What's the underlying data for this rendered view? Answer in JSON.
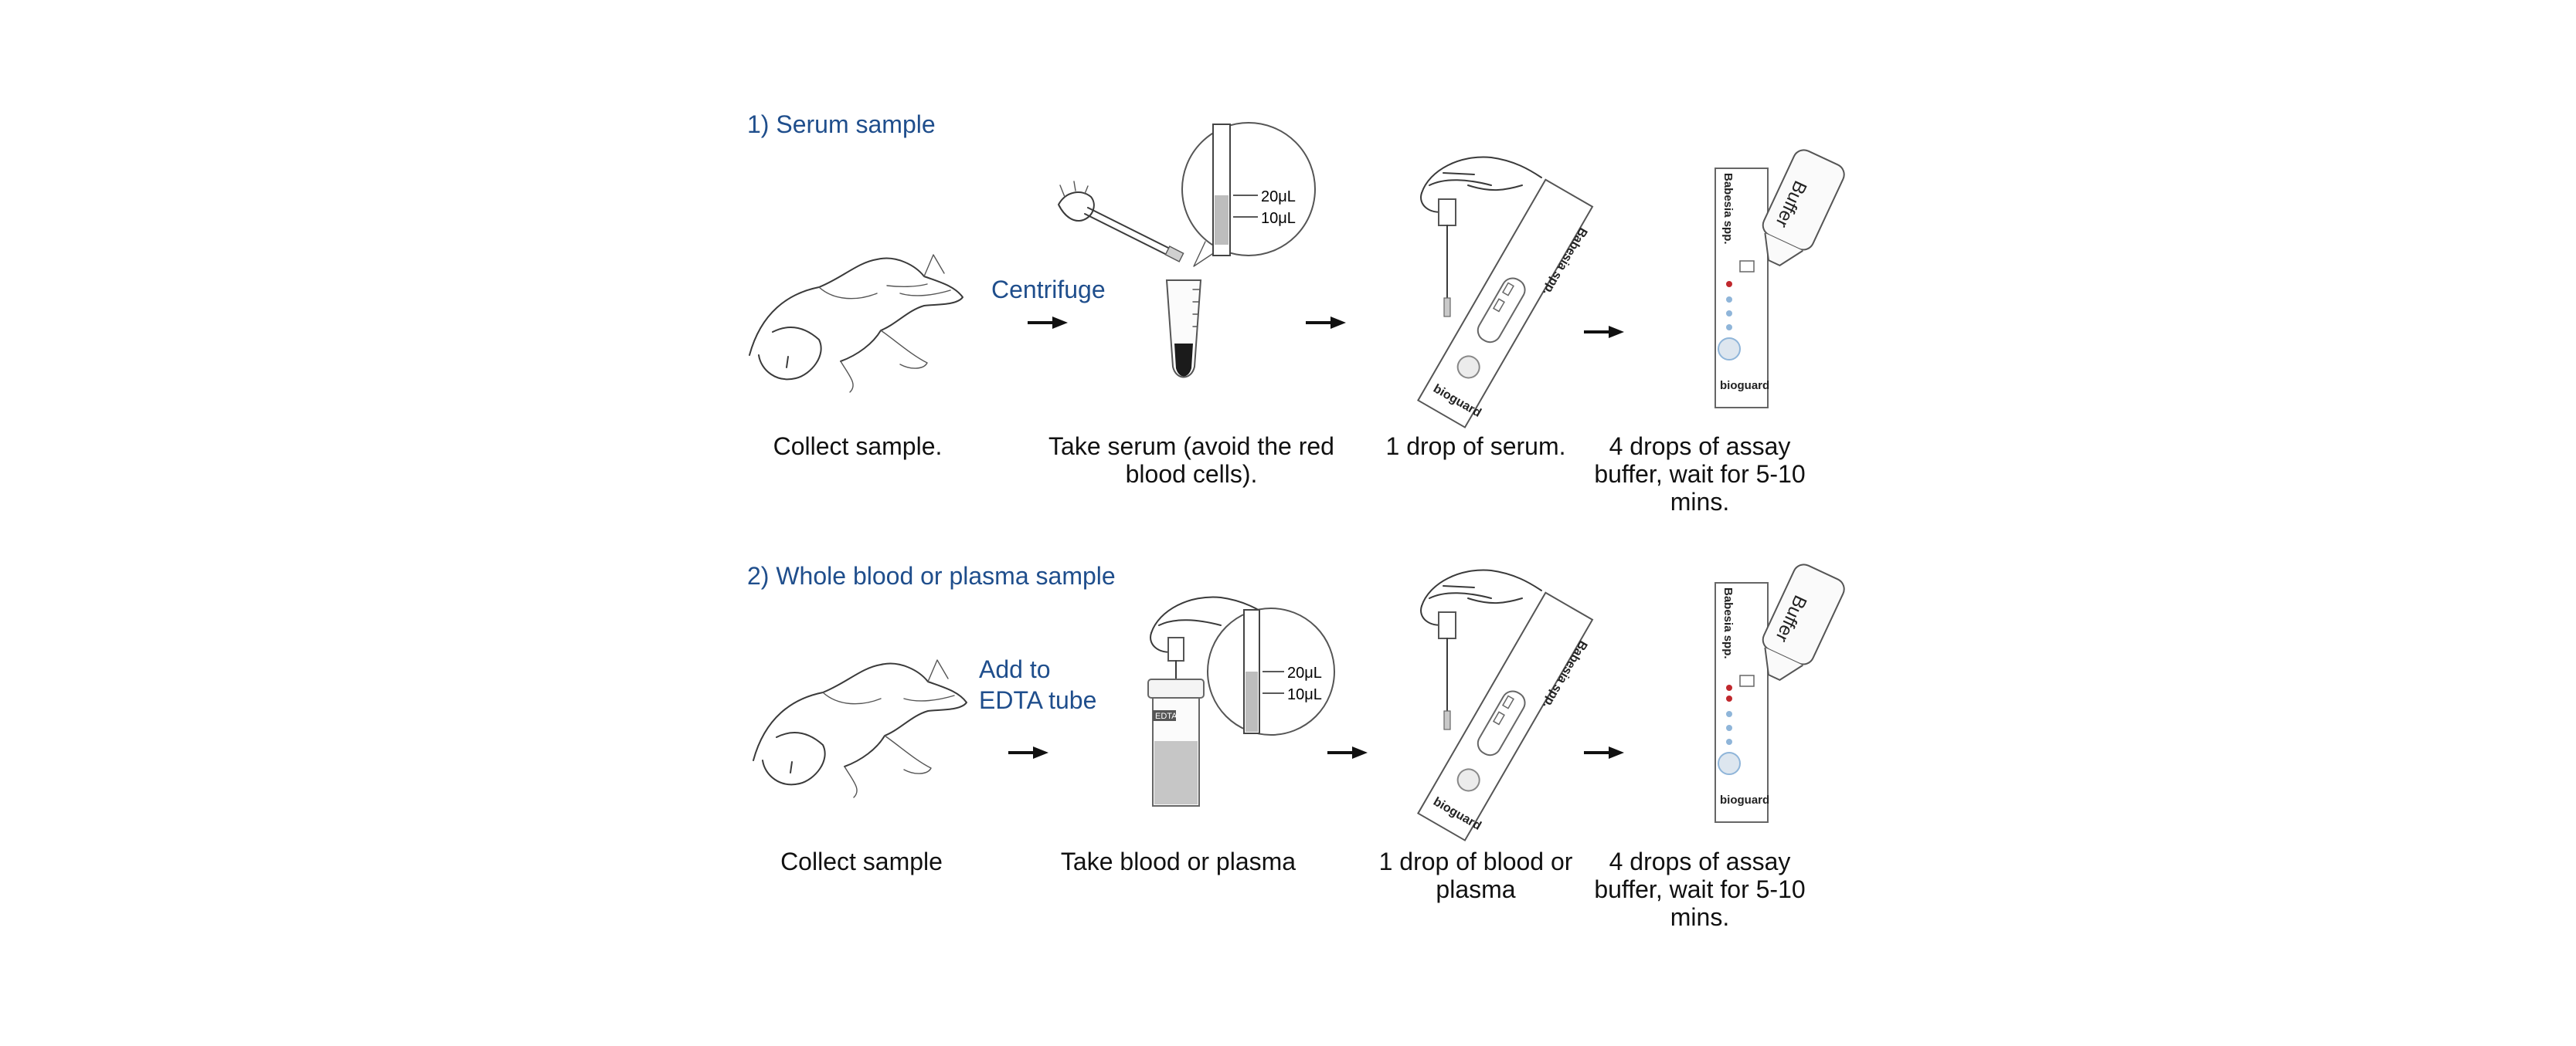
{
  "colors": {
    "accent": "#1f4e8c",
    "text": "#111111",
    "blood": "#c0282d",
    "drop": "#8fb5d9"
  },
  "section1": {
    "title": "1) Serum sample",
    "note": "Centrifuge",
    "volume_high": "20μL",
    "volume_low": "10μL",
    "brand": "bioguard",
    "species": "Babesia spp.",
    "bottle": "Buffer",
    "captions": {
      "step1": "Collect sample.",
      "step2": "Take serum (avoid the red blood cells).",
      "step3": "1 drop of serum.",
      "step4": "4 drops of assay buffer, wait for 5-10 mins."
    }
  },
  "section2": {
    "title": "2)  Whole blood or plasma sample",
    "note_line1": "Add to",
    "note_line2": "EDTA tube",
    "tube_label": "EDTA",
    "volume_high": "20μL",
    "volume_low": "10μL",
    "brand": "bioguard",
    "species": "Babesia spp.",
    "bottle": "Buffer",
    "captions": {
      "step1": "Collect sample",
      "step2": "Take blood or plasma",
      "step3": "1 drop of blood or plasma",
      "step4": "4 drops of assay buffer, wait for 5-10 mins."
    }
  },
  "icons": [
    "dog-icon",
    "pipette-icon",
    "tube-icon",
    "magnifier-icon",
    "test-cassette-icon",
    "buffer-bottle-icon",
    "arrow-right-icon"
  ]
}
